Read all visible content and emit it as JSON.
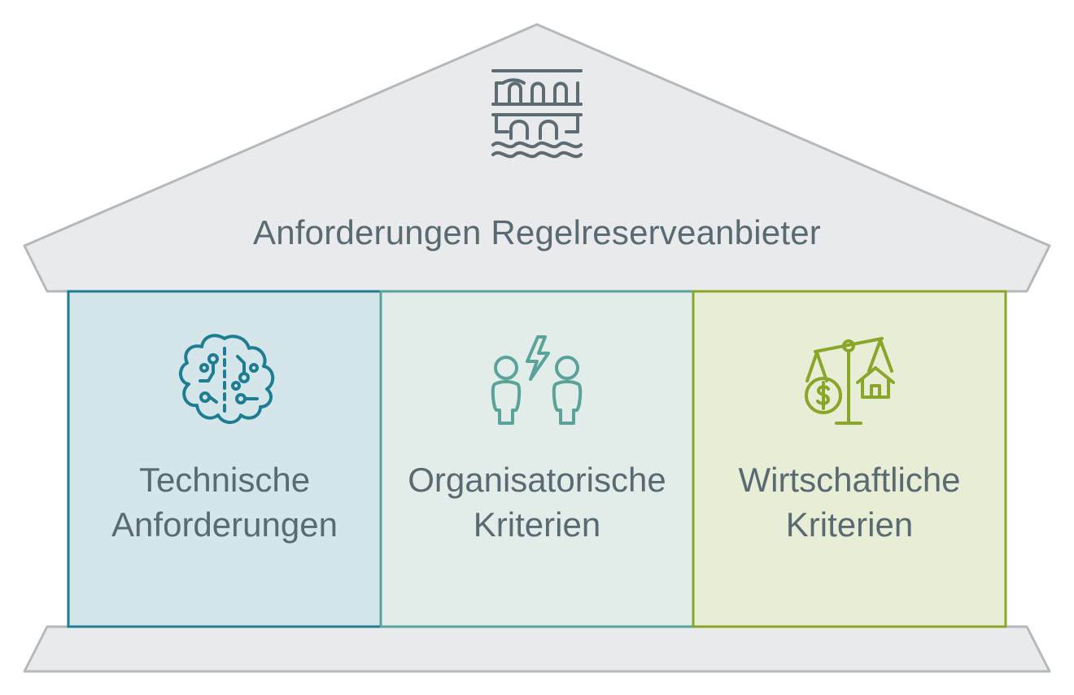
{
  "title": "Anforderungen Regelreserveanbieter",
  "pillars": [
    {
      "line1": "Technische",
      "line2": "Anforderungen",
      "icon": "brain-circuit-icon",
      "color": "#1e7d92",
      "fill": "#d4e6ea"
    },
    {
      "line1": "Organisatorische",
      "line2": "Kriterien",
      "icon": "people-conflict-icon",
      "color": "#5aa39a",
      "fill": "#e2ede9"
    },
    {
      "line1": "Wirtschaftliche",
      "line2": "Kriterien",
      "icon": "balance-scale-icon",
      "color": "#8aa62a",
      "fill": "#e8eed6"
    }
  ],
  "roof_icon": "aqueduct-icon",
  "colors": {
    "roof_fill": "#e9eaeb",
    "roof_stroke": "#b5b9bc",
    "text": "#5a6a72",
    "roof_icon": "#5d6b73"
  }
}
